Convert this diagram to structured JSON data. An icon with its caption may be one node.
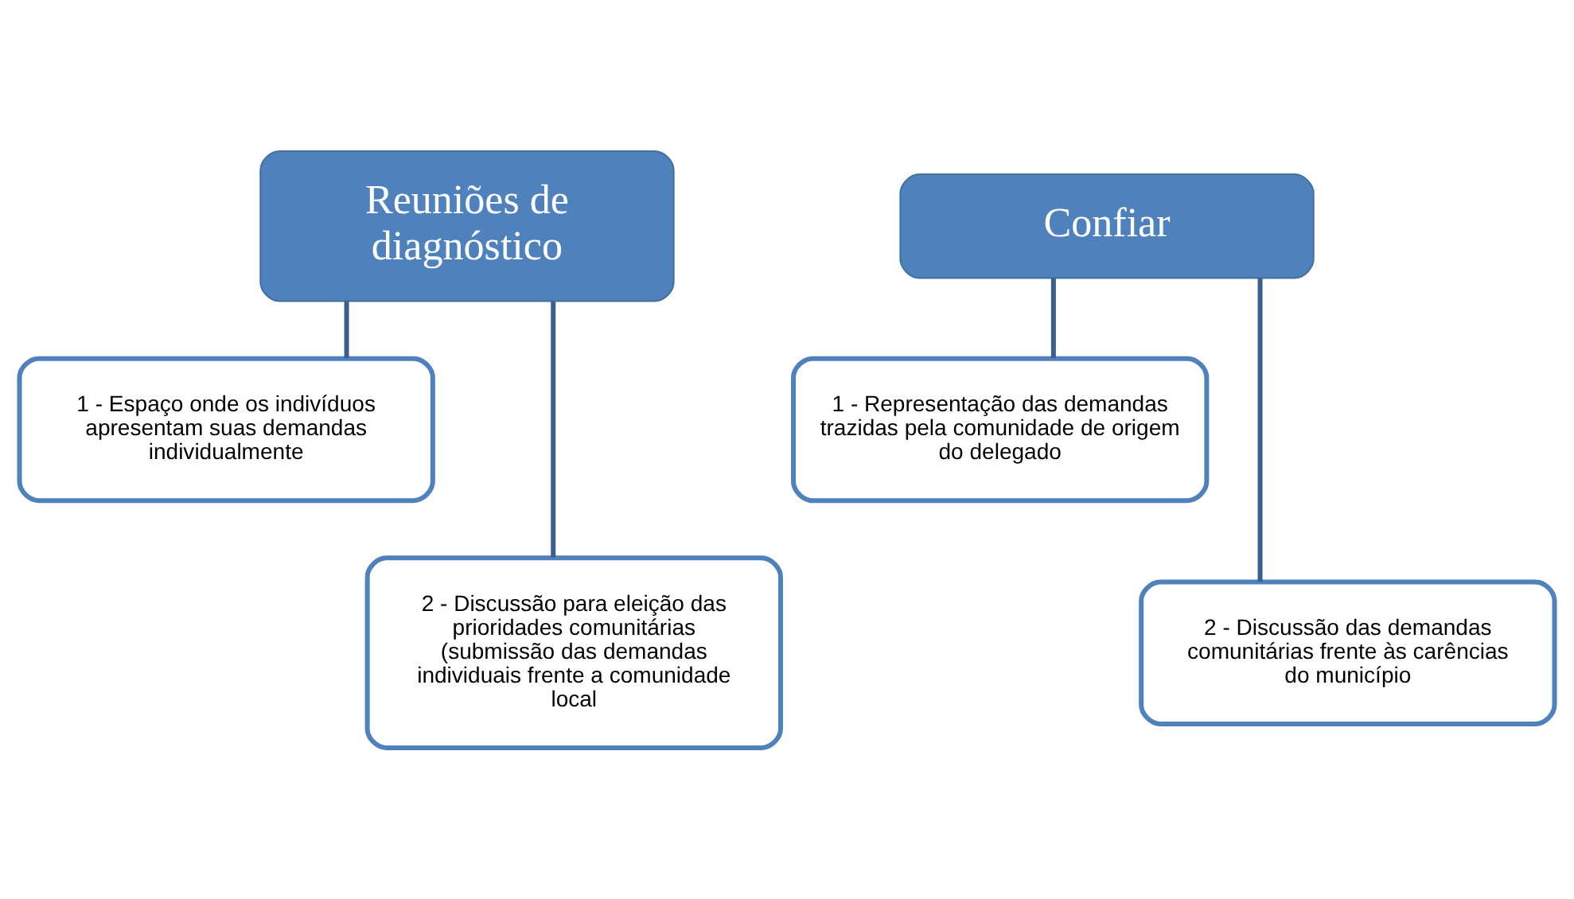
{
  "diagram": {
    "nodes": [
      {
        "text": [
          "Reuniões de diagnóstico"
        ]
      },
      {
        "text": [
          "1 - Espaço onde os indivíduos apresentam suas demandas individualmente"
        ]
      },
      {
        "text": [
          "2 - Discussão para eleição das prioridades comunitárias (submissão das demandas individuais frente a comunidade local"
        ]
      },
      {
        "text": [
          "Confiar"
        ]
      },
      {
        "text": [
          "1 - Representação das demandas trazidas pela comunidade de origem do delegado"
        ]
      },
      {
        "text": [
          "2 - Discussão das demandas comunitárias frente às carências do município"
        ]
      }
    ],
    "edges": [
      {
        "from": 0,
        "to": 1,
        "arrow": "none"
      },
      {
        "from": 0,
        "to": 2,
        "arrow": "none"
      },
      {
        "from": 3,
        "to": 4,
        "arrow": "none"
      },
      {
        "from": 3,
        "to": 5,
        "arrow": "none"
      }
    ]
  }
}
